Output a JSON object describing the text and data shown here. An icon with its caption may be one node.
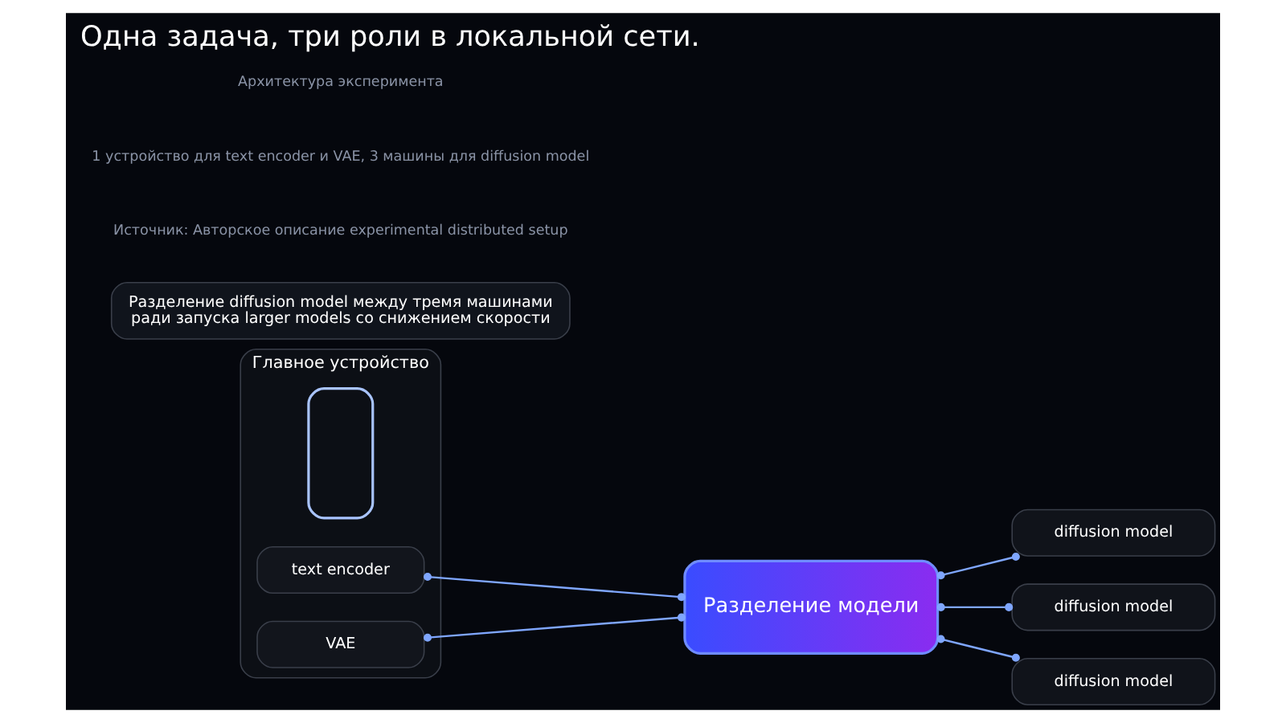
{
  "diagram": {
    "title": "Одна задача, три роли в локальной сети.",
    "nodes": [
      {
        "text": [
          "Главное устройство"
        ]
      },
      {
        "text": [],
        "shape": "box",
        "in": 0
      },
      {
        "text": [
          "text encoder"
        ],
        "in": 0
      },
      {
        "text": [
          "VAE"
        ],
        "in": 0
      },
      {
        "text": [
          "Разделение модели"
        ]
      },
      {
        "text": [
          "diffusion model"
        ]
      },
      {
        "text": [
          "diffusion model"
        ]
      },
      {
        "text": [
          "diffusion model"
        ]
      },
      {
        "text": [
          "Разделение diffusion model между тремя машинами ради запуска larger models со снижением скорости"
        ]
      }
    ],
    "edges": [
      {
        "from": 2,
        "to": 4,
        "arrow": "other"
      },
      {
        "from": 3,
        "to": 4,
        "arrow": "other"
      },
      {
        "from": 4,
        "to": 5,
        "arrow": "other"
      },
      {
        "from": 4,
        "to": 6,
        "arrow": "other"
      },
      {
        "from": 4,
        "to": 7,
        "arrow": "other"
      }
    ],
    "labels": [
      "Архитектура эксперимента",
      "1 устройство для text encoder и VAE, 3 машины для diffusion model",
      "Источник: Авторское описание experimental distributed setup"
    ]
  }
}
